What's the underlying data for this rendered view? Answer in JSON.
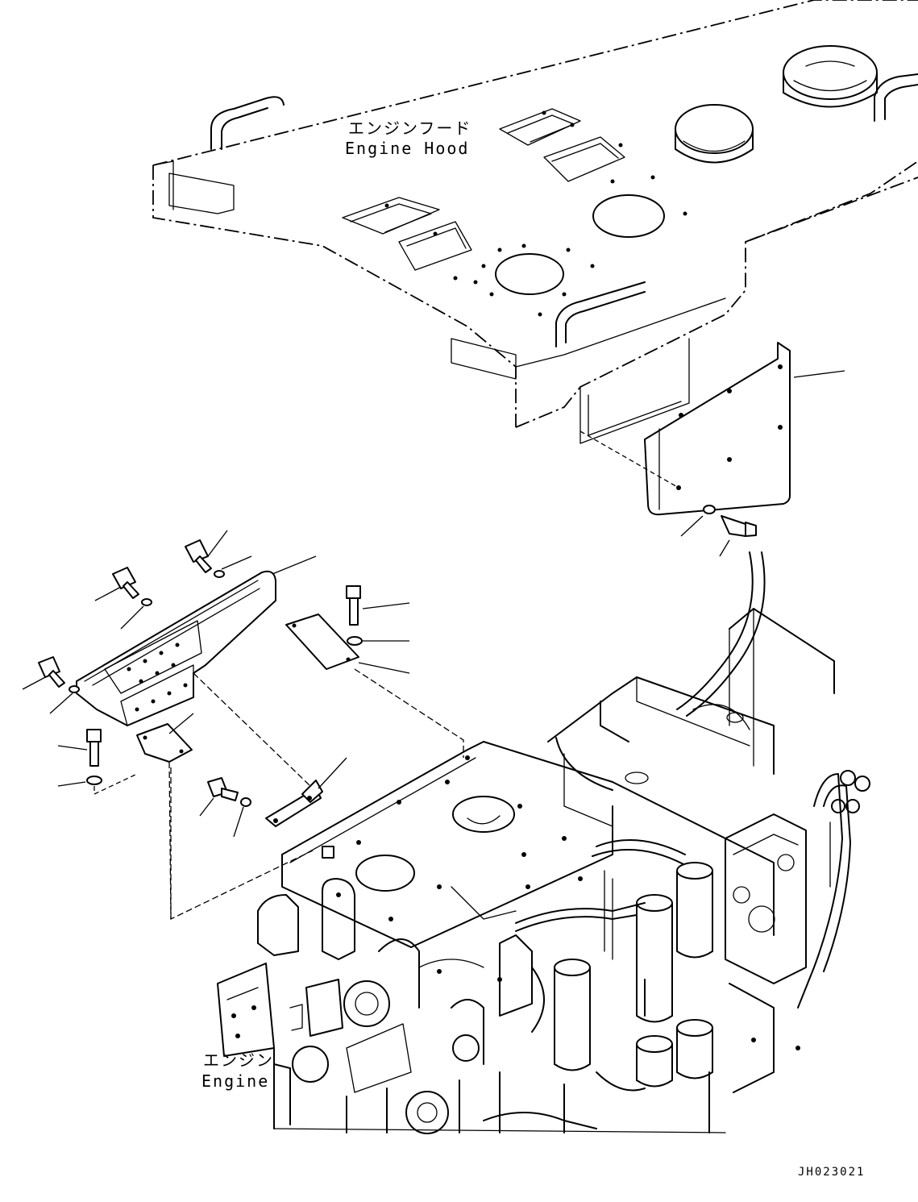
{
  "labels": {
    "engine_hood_jp": "エンジンフード",
    "engine_hood_en": "Engine Hood",
    "engine_jp": "エンジン",
    "engine_en": "Engine"
  },
  "drawing_code": "JH023021",
  "icons": {
    "engine_hood": "engine-hood-drawing",
    "engine": "engine-drawing",
    "cover_plate": "cover-plate-drawing",
    "bracket": "bracket-drawing",
    "bolt": "bolt-drawing",
    "washer": "washer-drawing"
  }
}
